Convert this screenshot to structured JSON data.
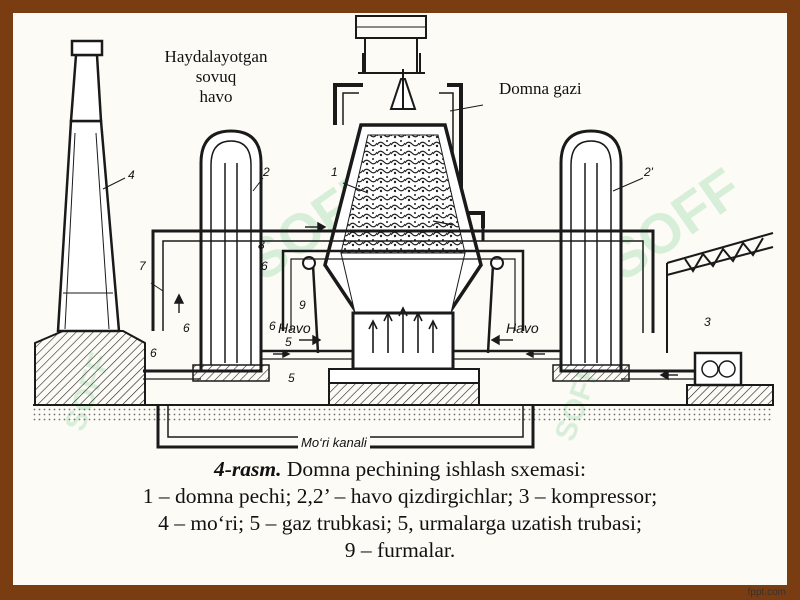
{
  "labels": {
    "cold_air": [
      "Haydalayotgan",
      "sovuq",
      "havo"
    ],
    "blast_gas": "Domna gazi",
    "air_left": "Havo",
    "air_right": "Havo",
    "canal": "Mo‘ri kanali"
  },
  "numbers": {
    "n1": "1",
    "n2": "2",
    "n2p": "2'",
    "n3": "3",
    "n4": "4",
    "n5a": "5",
    "n5b": "5",
    "n6a": "6",
    "n6b": "6",
    "n6c": "6",
    "n6d": "6",
    "n7": "7",
    "n8": "8",
    "n9": "9"
  },
  "caption": {
    "title": "4-rasm.",
    "title_rest": " Domna pechining ishlash sxemasi:",
    "line2": "1 – domna pechi; 2,2’ – havo qizdirgichlar; 3 – kompressor;",
    "line3": "4 – mo‘ri; 5 – gaz trubkasi; 5, urmalarga uzatish trubasi;",
    "line4": "9 – furmalar."
  },
  "footer": "fppt.com",
  "colors": {
    "frame": "#7a3d12",
    "paper": "#fdfbf6",
    "ink": "#1a1a1a",
    "watermark": "#bfe8c6"
  }
}
